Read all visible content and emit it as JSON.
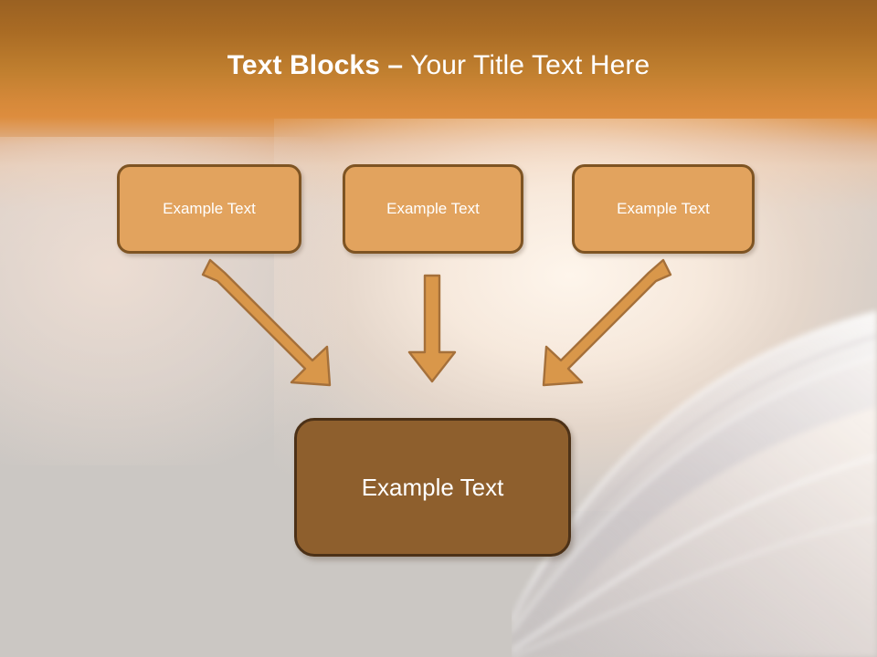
{
  "slide": {
    "title": {
      "bold_part": "Text Blocks –",
      "light_part": " Your Title Text Here",
      "full": "Text Blocks – Your Title Text Here"
    },
    "colors": {
      "header_top": "#9a6122",
      "header_bottom": "#dd8d3e",
      "body_background": "#cbc7c3",
      "top_box_fill": "#e2a35e",
      "top_box_border": "#7e5423",
      "bottom_box_fill": "#8e5f2d",
      "bottom_box_border": "#4c3117",
      "arrow_fill": "#d9974a",
      "arrow_border": "#a5703a",
      "title_text": "#ffffff",
      "box_text": "#ffffff"
    },
    "top_boxes": [
      {
        "label": "Example Text"
      },
      {
        "label": "Example Text"
      },
      {
        "label": "Example Text"
      }
    ],
    "bottom_box": {
      "label": "Example Text"
    },
    "arrows": [
      {
        "name": "arrow-down-right",
        "direction": "down-right"
      },
      {
        "name": "arrow-down",
        "direction": "down"
      },
      {
        "name": "arrow-down-left",
        "direction": "down-left"
      }
    ],
    "decoration": {
      "name": "swoosh-graphic"
    }
  }
}
